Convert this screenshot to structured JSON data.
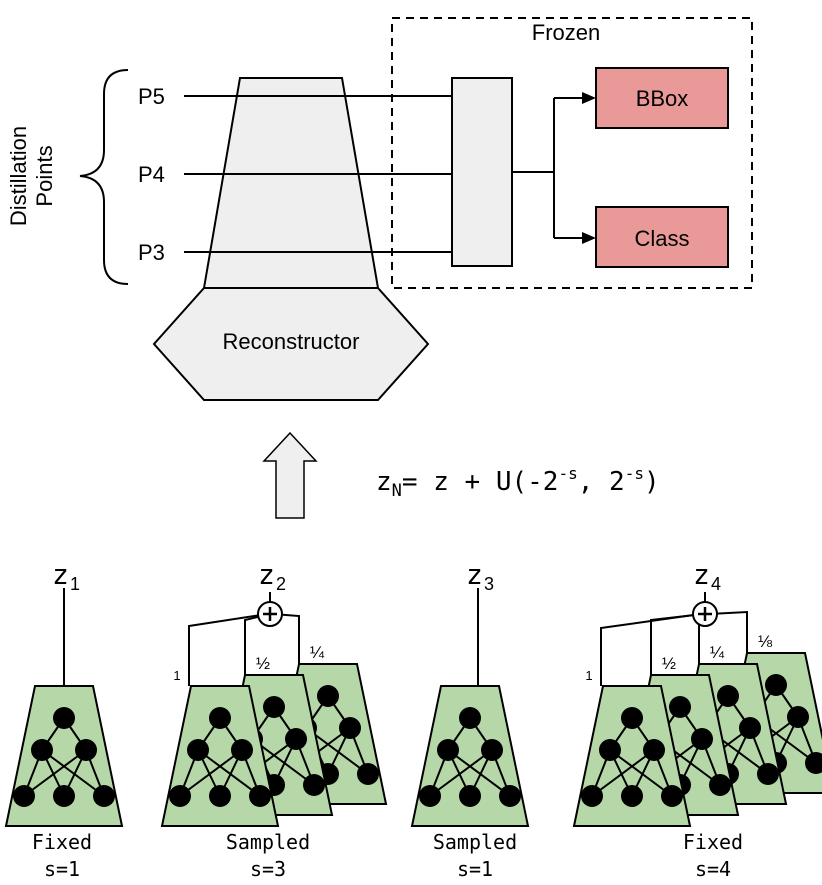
{
  "frozen_label": "Frozen",
  "distillation_label_line1": "Distillation",
  "distillation_label_line2": "Points",
  "points": [
    "P5",
    "P4",
    "P3"
  ],
  "heads": {
    "bbox": "BBox",
    "class": "Class"
  },
  "reconstructor_label": "Reconstructor",
  "formula": {
    "lhs": "z",
    "lhs_sub": "N",
    "middle": "= z + U(-2",
    "sup1": "-s",
    "comma": ", 2",
    "sup2": "-s",
    "end": ")"
  },
  "encoders": [
    {
      "z": "z",
      "sub": "1",
      "mode": "Fixed",
      "scale": "s=1",
      "weights": []
    },
    {
      "z": "z",
      "sub": "2",
      "mode": "Sampled",
      "scale": "s=3",
      "weights": [
        "1",
        "½",
        "¼"
      ]
    },
    {
      "z": "z",
      "sub": "3",
      "mode": "Sampled",
      "scale": "s=1",
      "weights": []
    },
    {
      "z": "z",
      "sub": "4",
      "mode": "Fixed",
      "scale": "s=4",
      "weights": [
        "1",
        "½",
        "¼",
        "⅛"
      ]
    }
  ],
  "colors": {
    "head_fill": "#ea9999",
    "encoder_fill": "#b6d7a8",
    "gray_fill": "#efefef",
    "stroke": "#000000"
  }
}
